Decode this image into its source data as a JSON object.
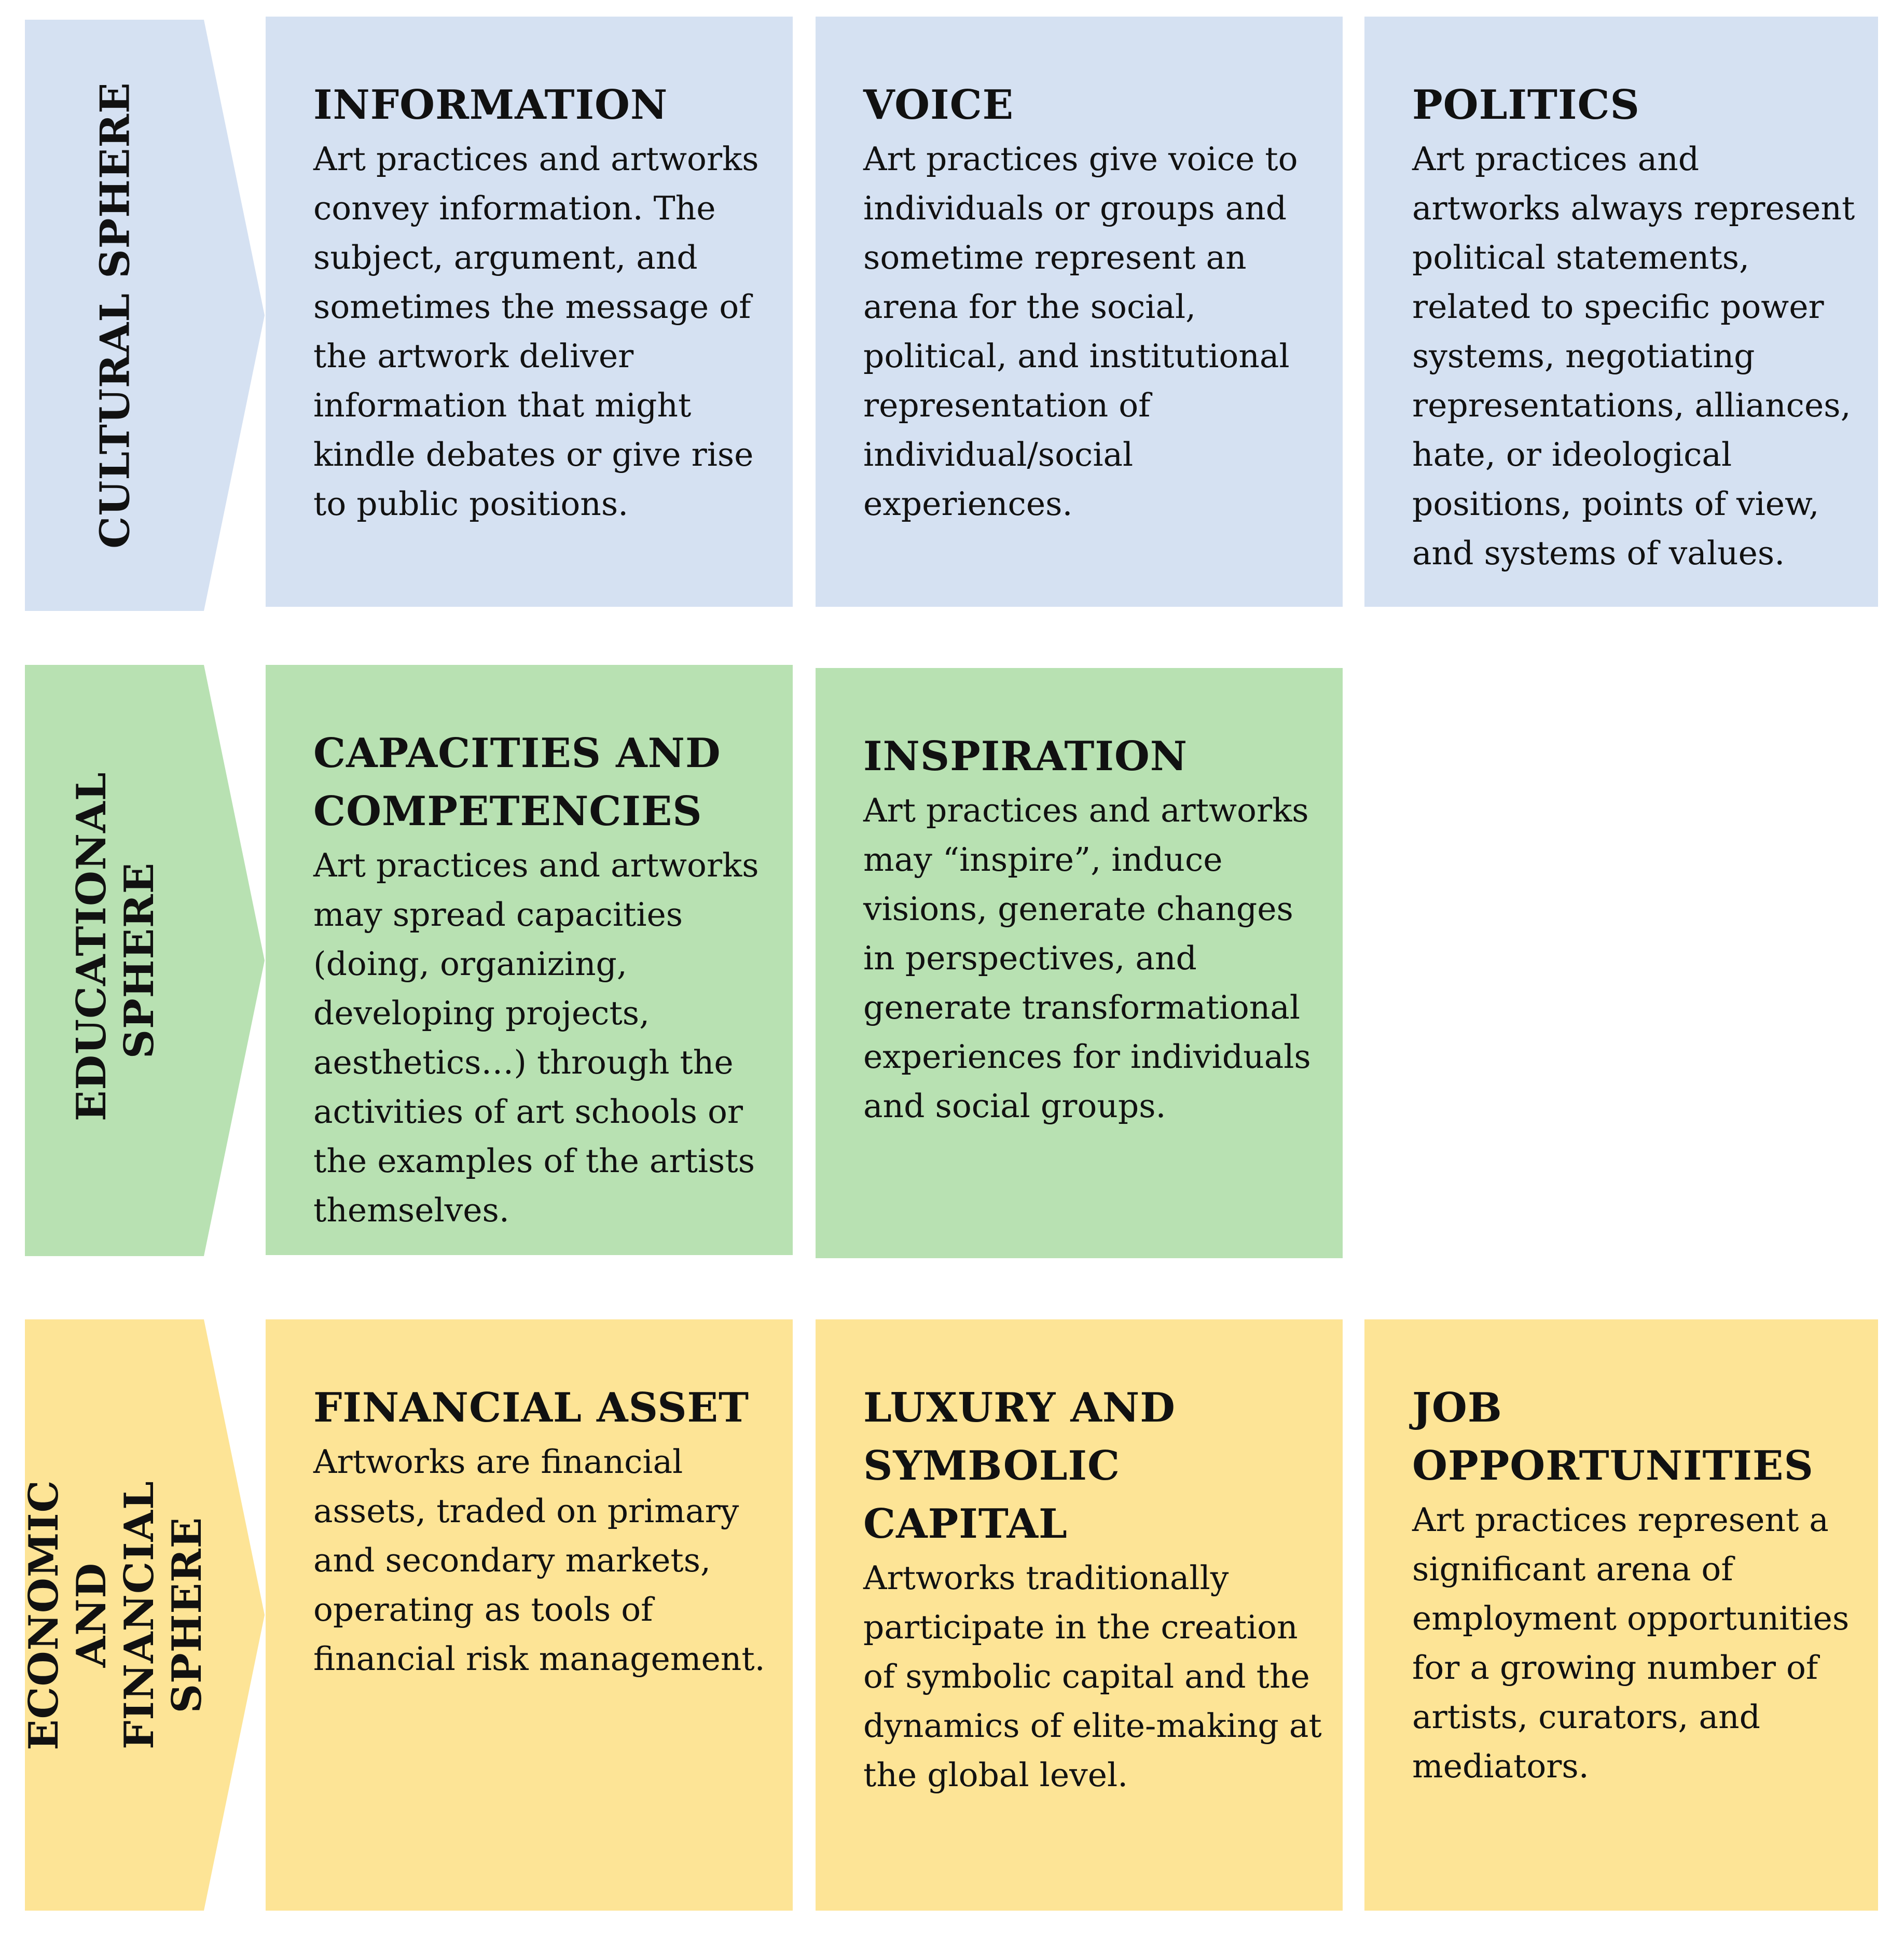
{
  "colors": {
    "cultural": "#d5e1f2",
    "educational": "#b8e1b2",
    "economic": "#fde496"
  },
  "spheres": [
    {
      "label": "CULTURAL SPHERE",
      "cards": [
        {
          "title": "INFORMATION",
          "body": "Art practices and artworks convey information. The subject, argument, and sometimes the message of the artwork deliver information that might kindle debates or give rise to public positions."
        },
        {
          "title": "VOICE",
          "body": "Art practices give voice to individuals or groups and sometime represent an arena for the social, political, and institutional representation of individual/social experiences."
        },
        {
          "title": "POLITICS",
          "body": "Art practices and artworks always represent political statements, related to specific power systems, negotiating representations, alliances, hate, or ideological positions, points of view, and systems of values."
        }
      ]
    },
    {
      "label": "EDUCATIONAL SPHERE",
      "cards": [
        {
          "title": "CAPACITIES AND COMPETENCIES",
          "body": "Art practices and artworks may spread capacities (doing, organizing, developing projects, aesthetics…) through the activities of art schools or the examples of the artists themselves."
        },
        {
          "title": "INSPIRATION",
          "body": "Art practices and artworks may “inspire”, induce visions, generate changes in perspectives, and generate transformational experiences for individuals and social groups."
        }
      ]
    },
    {
      "label": "ECONOMIC AND FINANCIAL SPHERE",
      "cards": [
        {
          "title": "FINANCIAL ASSET",
          "body": "Artworks are financial assets, traded on primary and secondary markets, operating as tools of financial risk management."
        },
        {
          "title": "LUXURY AND SYMBOLIC CAPITAL",
          "body": "Artworks traditionally participate in the creation of symbolic capital and the dynamics of elite-making at the global level."
        },
        {
          "title": "JOB OPPORTUNITIES",
          "body": "Art practices represent a significant arena of employment opportunities for a growing number of artists, curators, and mediators."
        }
      ]
    }
  ]
}
